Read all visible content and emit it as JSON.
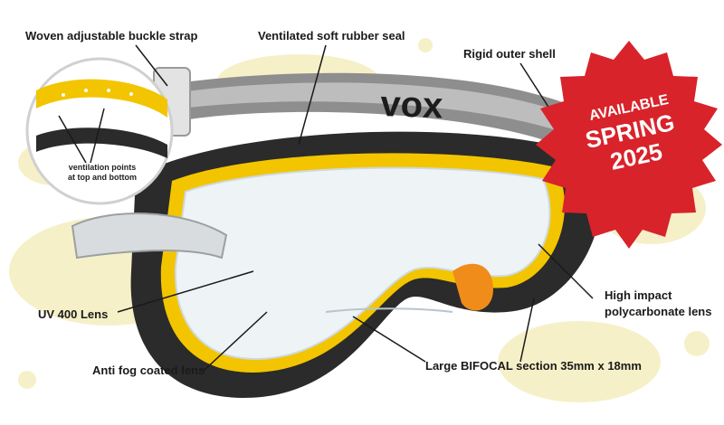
{
  "labels": {
    "strap": "Woven adjustable buckle strap",
    "seal": "Ventilated soft rubber seal",
    "shell": "Rigid outer shell",
    "vent_line1": "ventilation points",
    "vent_line2": "at top and bottom",
    "uv": "UV 400 Lens",
    "impact_line1": "High impact",
    "impact_line2": "polycarbonate lens",
    "antifog": "Anti fog coated lens",
    "bifocal": "Large BIFOCAL section 35mm x 18mm"
  },
  "badge": {
    "line1": "AVAILABLE",
    "line2": "SPRING",
    "line3": "2025",
    "color": "#d8232a"
  },
  "strap_text": "vox",
  "colors": {
    "frame_yellow": "#f2c500",
    "frame_dark": "#2b2b2b",
    "splash_yellow": "#f6f0c8"
  }
}
